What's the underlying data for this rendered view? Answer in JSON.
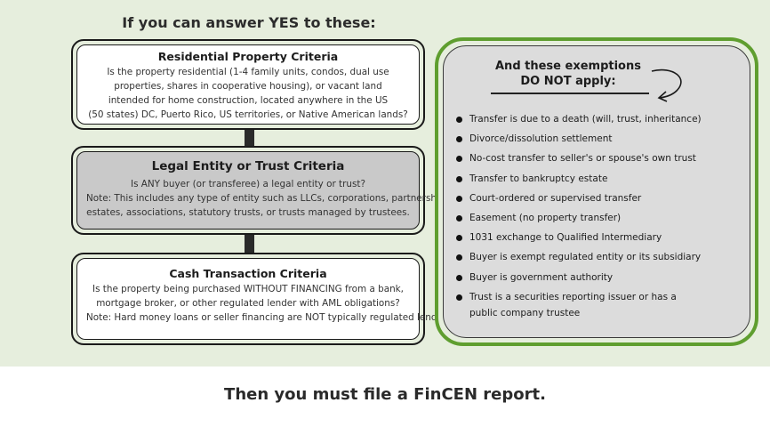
{
  "heading": "If you can answer YES to these:",
  "criteria": [
    {
      "title": "Residential Property Criteria",
      "lines": [
        "Is the property residential (1-4 family units, condos, dual use",
        "properties, shares in cooperative housing), or vacant land",
        "intended for home construction, located anywhere in the US",
        "(50 states) DC, Puerto Rico, US territories, or Native American lands?"
      ]
    },
    {
      "title": "Legal Entity or Trust Criteria",
      "lines": [
        "Is ANY buyer (or transferee) a legal entity or trust?",
        "Note: This includes any type of entity such as LLCs, corporations, partnerships,",
        "estates, associations, statutory trusts, or trusts managed by trustees."
      ]
    },
    {
      "title": "Cash Transaction Criteria",
      "lines": [
        "Is the property being purchased WITHOUT FINANCING from a bank,",
        "mortgage broker, or other regulated lender with AML obligations?",
        "Note: Hard money loans or seller financing are NOT typically  regulated lenders."
      ]
    }
  ],
  "exemptions": {
    "title_line1": "And these exemptions",
    "title_line2": "DO NOT apply:",
    "items": [
      "Transfer is due to a death (will, trust, inheritance)",
      "Divorce/dissolution settlement",
      "No-cost transfer to seller's or spouse's own trust",
      "Transfer to bankruptcy estate",
      "Court-ordered or supervised transfer",
      "Easement (no property transfer)",
      "1031 exchange to Qualified Intermediary",
      "Buyer is exempt regulated entity or its subsidiary",
      "Buyer is government authority",
      "Trust is a securities reporting issuer or has a",
      "public company trustee"
    ]
  },
  "footer": "Then you must file a FinCEN report.",
  "colors": {
    "panel_bg": "#e6eedd",
    "green_border": "#5f9e2f",
    "grey_box": "#c9c9c9",
    "exemption_bg": "#dcdcdc"
  },
  "icons": {
    "curved_arrow": "curved-arrow-down-left-icon",
    "bullet": "bullet-icon"
  }
}
